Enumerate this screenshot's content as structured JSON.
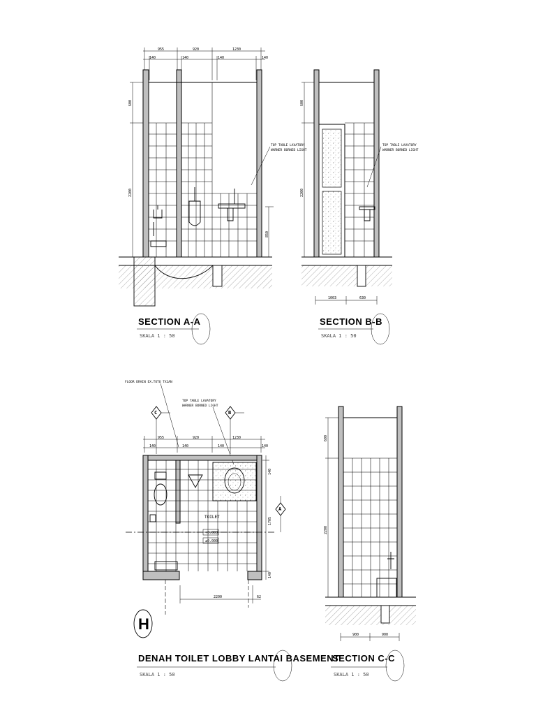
{
  "drawings": {
    "section_aa": {
      "title": "SECTION A-A",
      "scale": "SKALA 1 : 50",
      "dims_top": [
        "955",
        "920",
        "1230"
      ],
      "dims_sub": [
        "140",
        "140",
        "140",
        "140"
      ],
      "dims_side": [
        "600",
        "2200"
      ],
      "dim_850": "850",
      "note_line1": "TOP TABLE LAVATORY",
      "note_line2": "WARNER BORNED LIGHT"
    },
    "section_bb": {
      "title": "SECTION B-B",
      "scale": "SKALA 1 : 50",
      "dims_side": [
        "600",
        "2200"
      ],
      "dims_bottom": [
        "1003",
        "630"
      ],
      "note_line1": "TOP TABLE LAVATORY",
      "note_line2": "WARNER BORNED LIGHT"
    },
    "plan": {
      "title": "DENAH TOILET LOBBY LANTAI BASEMENT",
      "scale": "SKALA 1 : 50",
      "grid_label": "H",
      "marker_a": "A",
      "marker_b": "B",
      "marker_c": "C",
      "room_label": "TOILET",
      "elev1": "+0.000",
      "elev2": "±0.000",
      "dims_top": [
        "955",
        "920",
        "1230"
      ],
      "dims_sub": [
        "140",
        "140",
        "140",
        "140"
      ],
      "dims_right": [
        "140",
        "1705",
        "140"
      ],
      "dim_bottom": "2200",
      "dim_bottom_small": "62",
      "note_floor": "FLOOR DRAIN EX.TOTO TX1AN",
      "note_line1": "TOP TABLE LAVATORY",
      "note_line2": "WARNER BORNED LIGHT"
    },
    "section_cc": {
      "title": "SECTION C-C",
      "scale": "SKALA 1 : 50",
      "dims_side": [
        "600",
        "2200"
      ],
      "dims_bottom": [
        "900",
        "900"
      ]
    }
  }
}
